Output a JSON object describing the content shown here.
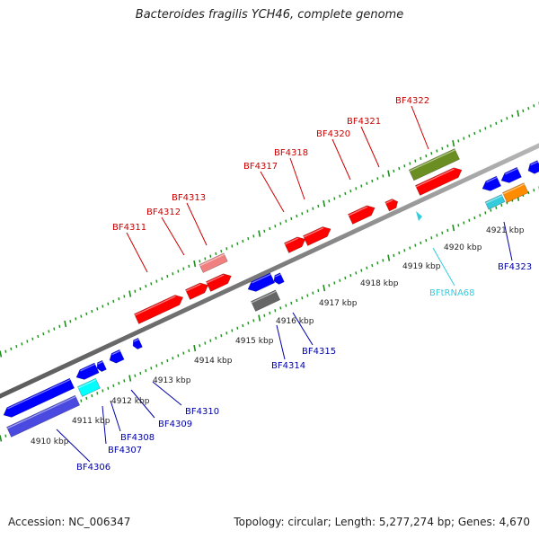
{
  "title": "Bacteroides fragilis YCH46, complete genome",
  "footer": {
    "accession": "Accession: NC_006347",
    "summary": "Topology: circular; Length: 5,277,274 bp; Genes: 4,670"
  },
  "colors": {
    "forward_cds": "#ff0000",
    "forward_cds_light": "#f08080",
    "reverse_cds": "#0000ff",
    "forward_label": "#cc0000",
    "reverse_label": "#0000aa",
    "trna": "#33ccdd",
    "backbone": "#888888",
    "tick": "#228b22",
    "olive_feature": "#6b8e23",
    "orange_feature": "#ff8c00",
    "gray_feature": "#666666",
    "cyan_feature": "#00ffff"
  },
  "kbp_labels": [
    "4910 kbp",
    "4911 kbp",
    "4912 kbp",
    "4913 kbp",
    "4914 kbp",
    "4915 kbp",
    "4916 kbp",
    "4917 kbp",
    "4918 kbp",
    "4919 kbp",
    "4920 kbp",
    "4921 kbp"
  ],
  "forward_genes": [
    "BF4311",
    "BF4312",
    "BF4313",
    "BF4317",
    "BF4318",
    "BF4320",
    "BF4321",
    "BF4322"
  ],
  "reverse_genes": [
    "BF4306",
    "BF4307",
    "BF4308",
    "BF4309",
    "BF4310",
    "BF4314",
    "BF4315",
    "BF4323"
  ],
  "trna_genes": [
    "BFtRNA68"
  ]
}
